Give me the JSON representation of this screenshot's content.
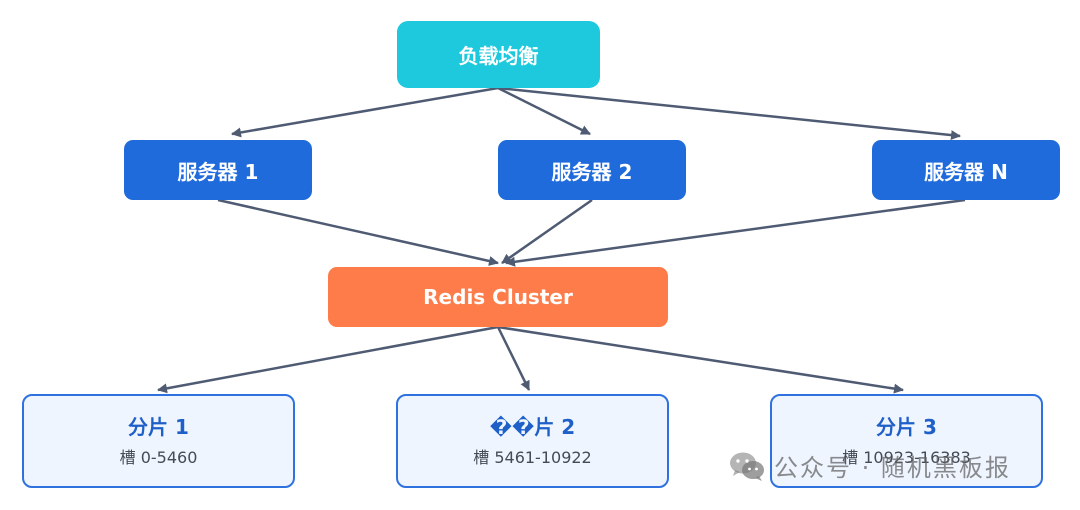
{
  "diagram": {
    "load_balancer": {
      "label": "负载均衡"
    },
    "servers": [
      {
        "label": "服务器 1"
      },
      {
        "label": "服务器 2"
      },
      {
        "label": "服务器 N"
      }
    ],
    "redis_cluster": {
      "label": "Redis Cluster"
    },
    "shards": [
      {
        "title": "分片 1",
        "slots": "槽 0-5460"
      },
      {
        "title": "��片 2",
        "slots": "槽 5461-10922"
      },
      {
        "title": "分片 3",
        "slots": "槽 10923-16383"
      }
    ]
  },
  "colors": {
    "load_balancer": "#1ec9de",
    "server": "#1f6bdc",
    "redis": "#fe7c4a",
    "shard_fill": "#eef5ff",
    "shard_border": "#2f72df",
    "edge": "#4f5b72"
  },
  "watermark": {
    "text": "公众号 · 随机黑板报",
    "icon": "wechat-icon"
  }
}
